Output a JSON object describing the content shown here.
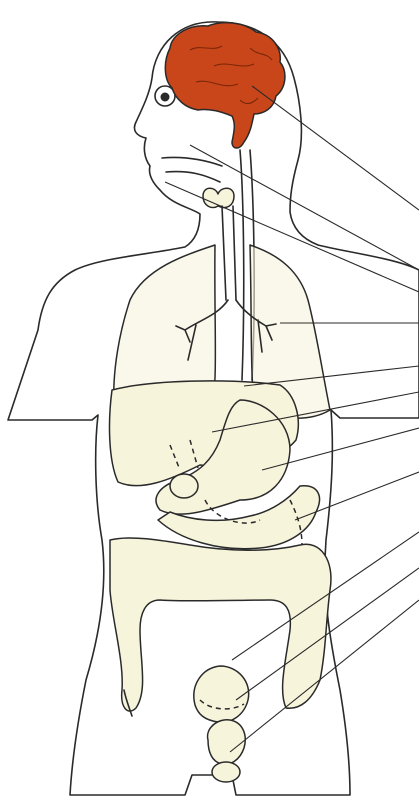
{
  "colors": {
    "body_fill": "#f8f5d8",
    "organ_fill": "#f7f4dc",
    "brain_fill": "#c9461a",
    "outline": "#2a2a2a"
  },
  "leaders": [
    {
      "id": "brain"
    },
    {
      "id": "mouth"
    },
    {
      "id": "windpipe"
    },
    {
      "id": "lung"
    },
    {
      "id": "esophagus"
    },
    {
      "id": "liver"
    },
    {
      "id": "stomach"
    },
    {
      "id": "small-intestine"
    },
    {
      "id": "large-intestine"
    },
    {
      "id": "bladder"
    },
    {
      "id": "rectum"
    }
  ]
}
